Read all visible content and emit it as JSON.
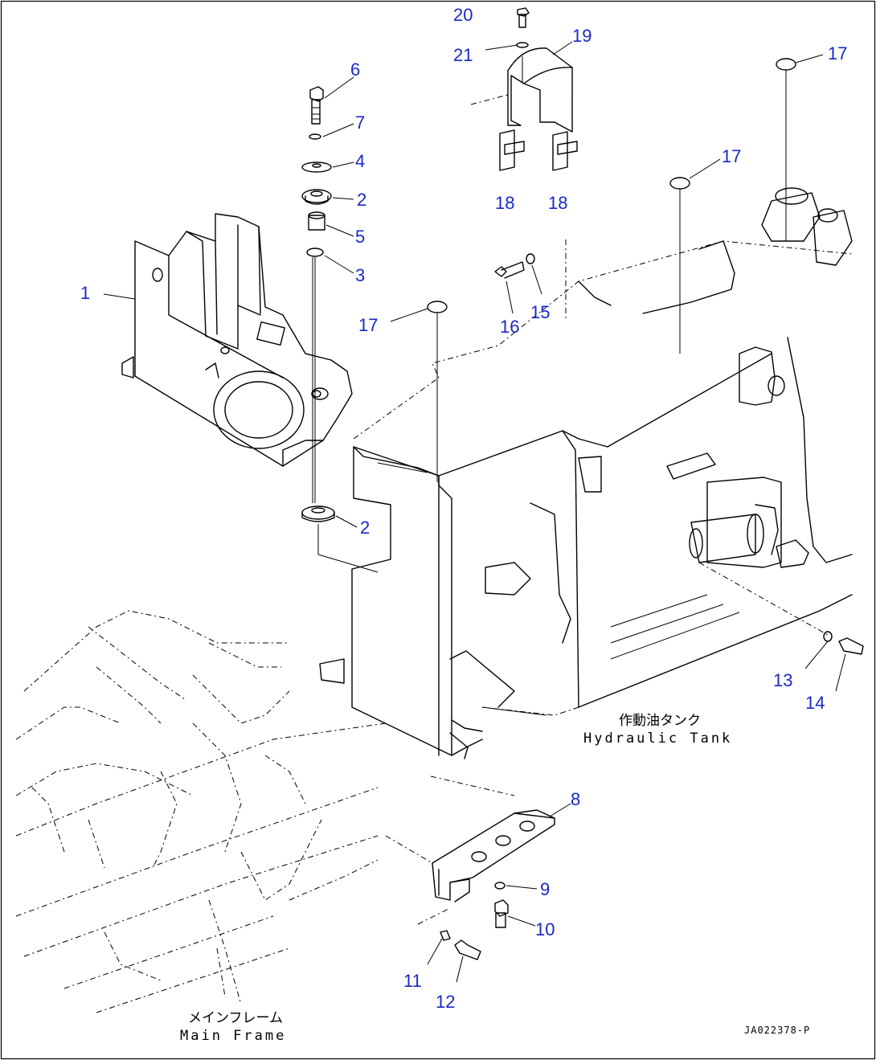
{
  "callouts": [
    "1",
    "2",
    "2",
    "3",
    "4",
    "5",
    "6",
    "7",
    "8",
    "9",
    "10",
    "11",
    "12",
    "13",
    "14",
    "15",
    "16",
    "17",
    "17",
    "17",
    "18",
    "18",
    "19",
    "20",
    "21"
  ],
  "labels": {
    "hydraulic_tank_jp": "作動油タンク",
    "hydraulic_tank_en": "Hydraulic Tank",
    "main_frame_jp": "メインフレーム",
    "main_frame_en": "Main Frame"
  },
  "drawing_code": "JA022378-P",
  "colors": {
    "callout": "#1a28c8",
    "line": "#000000",
    "background": "#ffffff"
  }
}
